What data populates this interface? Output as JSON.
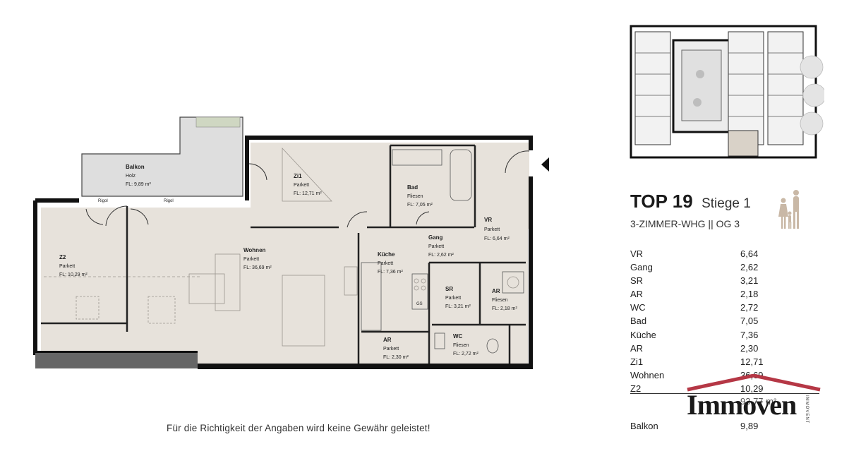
{
  "apartment": {
    "top_label": "TOP 19",
    "stair_label": "Stiege 1",
    "type_line": "3-ZIMMER-WHG || OG 3"
  },
  "room_table": [
    {
      "name": "VR",
      "area": "6,64"
    },
    {
      "name": "Gang",
      "area": "2,62"
    },
    {
      "name": "SR",
      "area": "3,21"
    },
    {
      "name": "AR",
      "area": "2,18"
    },
    {
      "name": "WC",
      "area": "2,72"
    },
    {
      "name": "Bad",
      "area": "7,05"
    },
    {
      "name": "Küche",
      "area": "7,36"
    },
    {
      "name": "AR",
      "area": "2,30"
    },
    {
      "name": "Zi1",
      "area": "12,71"
    },
    {
      "name": "Wohnen",
      "area": "36,69"
    },
    {
      "name": "Z2",
      "area": "10,29"
    }
  ],
  "total_area": "93,77 m²",
  "balcony_row": {
    "name": "Balkon",
    "area": "9,89"
  },
  "plan_labels": {
    "balkon": {
      "name": "Balkon",
      "floor": "Holz",
      "area": "FL: 9,89 m²"
    },
    "zi1": {
      "name": "Zi1",
      "floor": "Parkett",
      "area": "FL: 12,71 m²"
    },
    "bad": {
      "name": "Bad",
      "floor": "Fliesen",
      "area": "FL: 7,05 m²"
    },
    "vr": {
      "name": "VR",
      "floor": "Parkett",
      "area": "FL: 6,64 m²"
    },
    "gang": {
      "name": "Gang",
      "floor": "Parkett",
      "area": "FL: 2,62 m²"
    },
    "z2": {
      "name": "Z2",
      "floor": "Parkett",
      "area": "FL: 10,29 m²"
    },
    "wohnen": {
      "name": "Wohnen",
      "floor": "Parkett",
      "area": "FL: 36,69 m²"
    },
    "kueche": {
      "name": "Küche",
      "floor": "Parkett",
      "area": "FL: 7,36 m²"
    },
    "sr": {
      "name": "SR",
      "floor": "Parkett",
      "area": "FL: 3,21 m²"
    },
    "ar1": {
      "name": "AR",
      "floor": "Fliesen",
      "area": "FL: 2,18 m²"
    },
    "wc": {
      "name": "WC",
      "floor": "Fliesen",
      "area": "FL: 2,72 m²"
    },
    "ar2": {
      "name": "AR",
      "floor": "Parkett",
      "area": "FL: 2,30 m²"
    },
    "fixtures": {
      "riegel": "Rigol",
      "gs": "GS"
    }
  },
  "disclaimer": "Für die Richtigkeit der Angaben wird keine Gewähr geleistet!",
  "logo": {
    "word": "Immoven",
    "side_text": "IMMOVENT"
  },
  "icons": [
    "entrance-marker-icon",
    "people-icon",
    "house-roof-icon"
  ],
  "colors": {
    "wall": "#111111",
    "floor": "#e6e1da",
    "balcony": "#dcdcdc",
    "roof": "#b53745",
    "siteplan_highlight": "#d9d2c8"
  }
}
